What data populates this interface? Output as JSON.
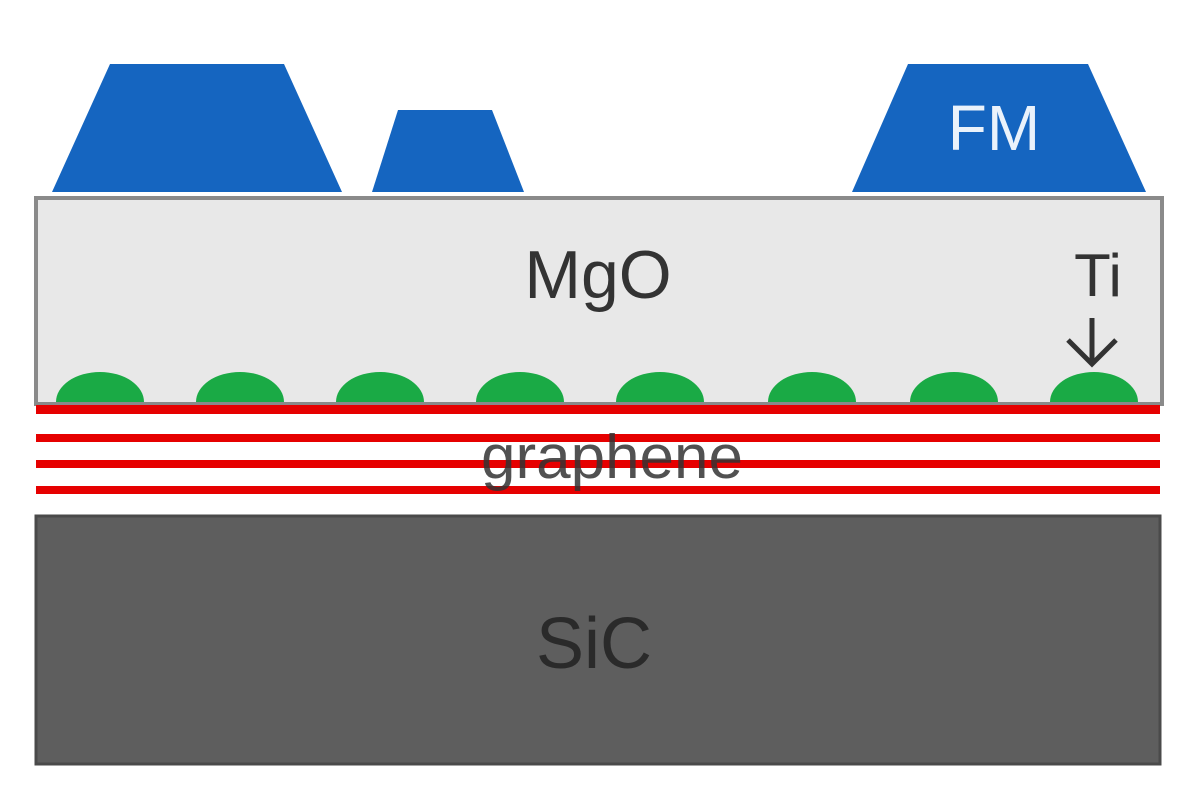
{
  "layers": {
    "fm_label": "FM",
    "mgo_label": "MgO",
    "ti_label": "Ti",
    "graphene_label": "graphene",
    "sic_label": "SiC"
  },
  "colors": {
    "fm": "#1565C0",
    "mgo": "#E8E8E8",
    "ti_dots": "#1AAA45",
    "graphene_lines": "#E60000",
    "sic": "#5E5E5E",
    "outline": "#8A8A8A",
    "label_dark": "#333333",
    "label_light": "#EAF2FB"
  }
}
